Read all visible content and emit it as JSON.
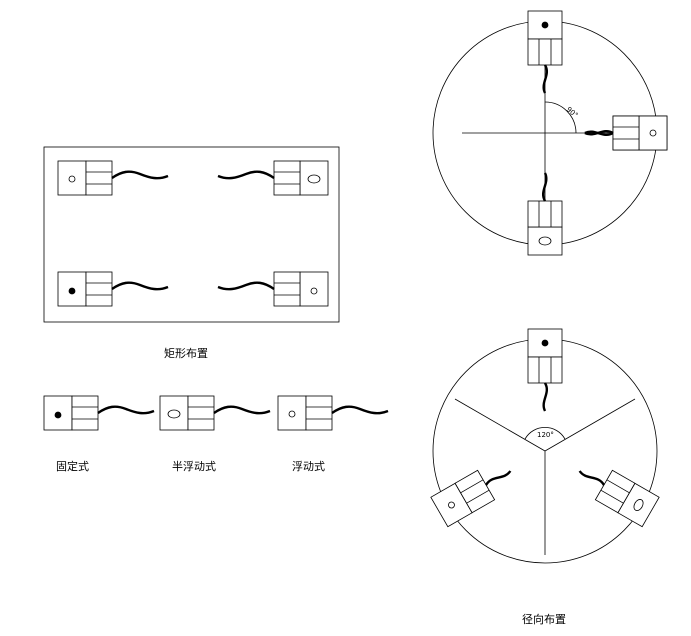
{
  "labels": {
    "rect_layout": "矩形布置",
    "fixed": "固定式",
    "semi_floating": "半浮动式",
    "floating": "浮动式",
    "radial_layout": "径向布置"
  },
  "angles": {
    "four_point": "90°",
    "three_point": "120°"
  },
  "colors": {
    "line": "#000000",
    "background": "#ffffff"
  }
}
